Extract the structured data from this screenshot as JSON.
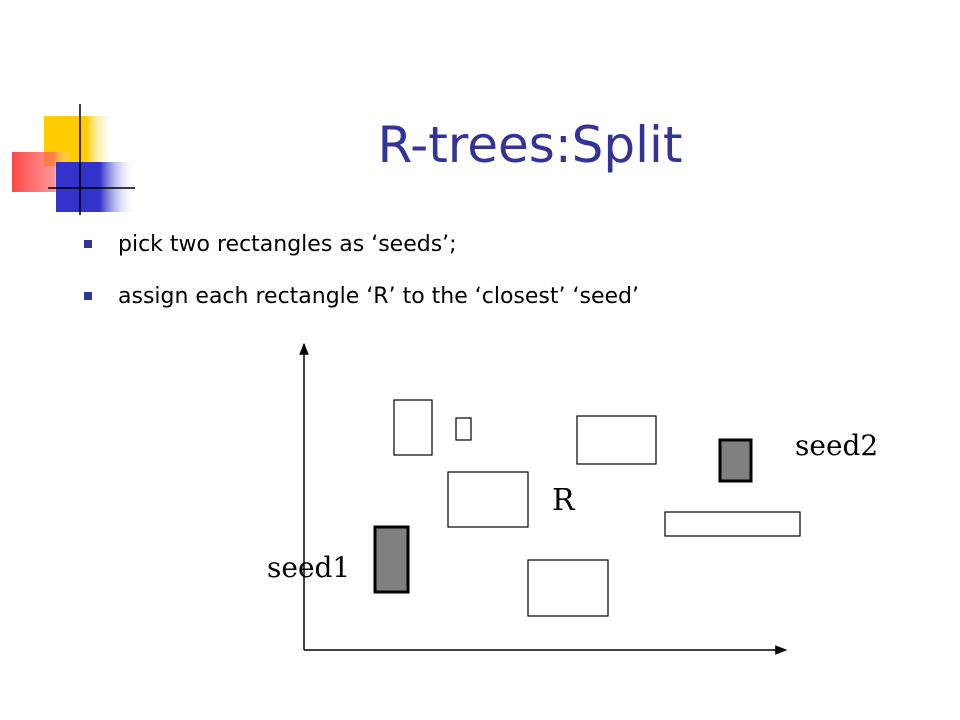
{
  "slide": {
    "title": "R-trees:Split",
    "bullets": [
      "pick two rectangles as ‘seeds’;",
      "assign each rectangle ‘R’ to the ‘closest’ ‘seed’"
    ]
  },
  "diagram": {
    "labels": {
      "seed1": "seed1",
      "seed2": "seed2",
      "r": "R"
    },
    "colors": {
      "title": "#333399",
      "seed_fill": "#808080",
      "logo_yellow": "#FFCC00",
      "logo_red": "#FF3333",
      "logo_blue": "#3333CC"
    }
  }
}
